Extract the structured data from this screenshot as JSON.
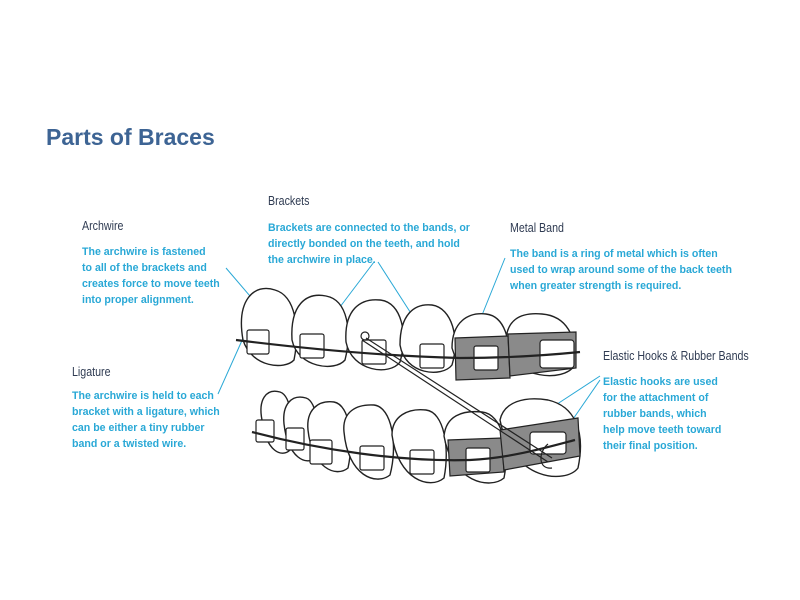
{
  "title": "Parts of Braces",
  "labels": {
    "brackets": {
      "heading": "Brackets",
      "lines": [
        "Brackets are connected to the bands, or",
        "directly bonded on the teeth, and hold",
        "the archwire in place."
      ]
    },
    "archwire": {
      "heading": "Archwire",
      "lines": [
        "The archwire is fastened",
        "to all of the brackets and",
        "creates force to move teeth",
        "into proper alignment."
      ]
    },
    "metal_band": {
      "heading": "Metal Band",
      "lines": [
        "The band is a ring of metal which is often",
        "used to wrap around some of the back teeth",
        "when greater strength is required."
      ]
    },
    "ligature": {
      "heading": "Ligature",
      "lines": [
        "The archwire is held to each",
        "bracket with a ligature, which",
        "can be either a tiny rubber",
        "band or a twisted wire."
      ]
    },
    "elastic": {
      "heading": "Elastic Hooks & Rubber Bands",
      "lines": [
        "Elastic hooks are used",
        "for the attachment of",
        "rubber bands, which",
        "help move teeth toward",
        "their final position."
      ]
    }
  },
  "colors": {
    "title": "#3d6494",
    "heading": "#2f3b52",
    "body": "#29a8d6",
    "leader": "#29a8d6",
    "outline": "#222222",
    "band_fill": "#8a8a8a"
  }
}
